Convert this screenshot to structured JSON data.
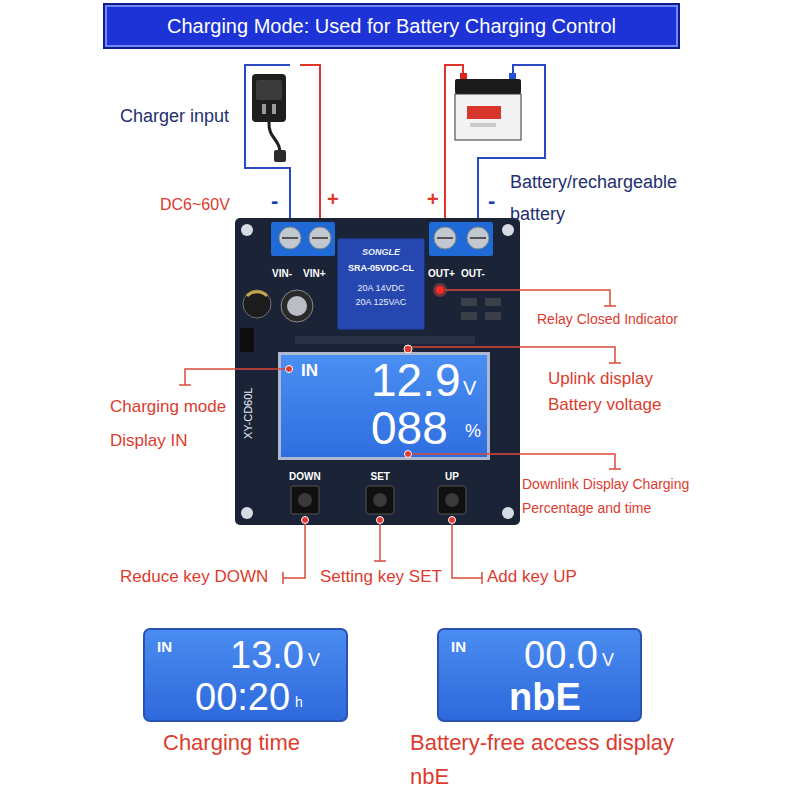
{
  "diagram": {
    "title": "Charging Mode: Used for Battery Charging Control",
    "nodes": [
      {
        "text": [
          "VIN-",
          "VIN+",
          "OUT+",
          "OUT-",
          "XY-CD60L",
          "DOWN",
          "SET",
          "UP"
        ]
      },
      {
        "text": [
          "SONGLE",
          "SRA-05VDC-CL",
          "20A 14VDC",
          "20A 125VAC"
        ],
        "in": 0
      },
      {
        "text": [
          "IN",
          "12.9",
          "V",
          "088",
          "%"
        ],
        "in": 0
      },
      {
        "text": [
          "IN",
          "13.0",
          "V",
          "00:20",
          "h"
        ]
      },
      {
        "text": [
          "IN",
          "00.0",
          "V",
          "nbE"
        ]
      }
    ],
    "labels": [
      "Charger input",
      "DC6~60V",
      "-",
      "+",
      "+",
      "-",
      "Battery/rechargeable battery",
      "Relay Closed Indicator",
      "Charging mode Display IN",
      "Uplink display Battery voltage",
      "Downlink Display Charging Percentage and time",
      "Reduce key DOWN",
      "Setting key SET",
      "Add key UP",
      "Charging time",
      "Battery-free access display nbE"
    ]
  }
}
